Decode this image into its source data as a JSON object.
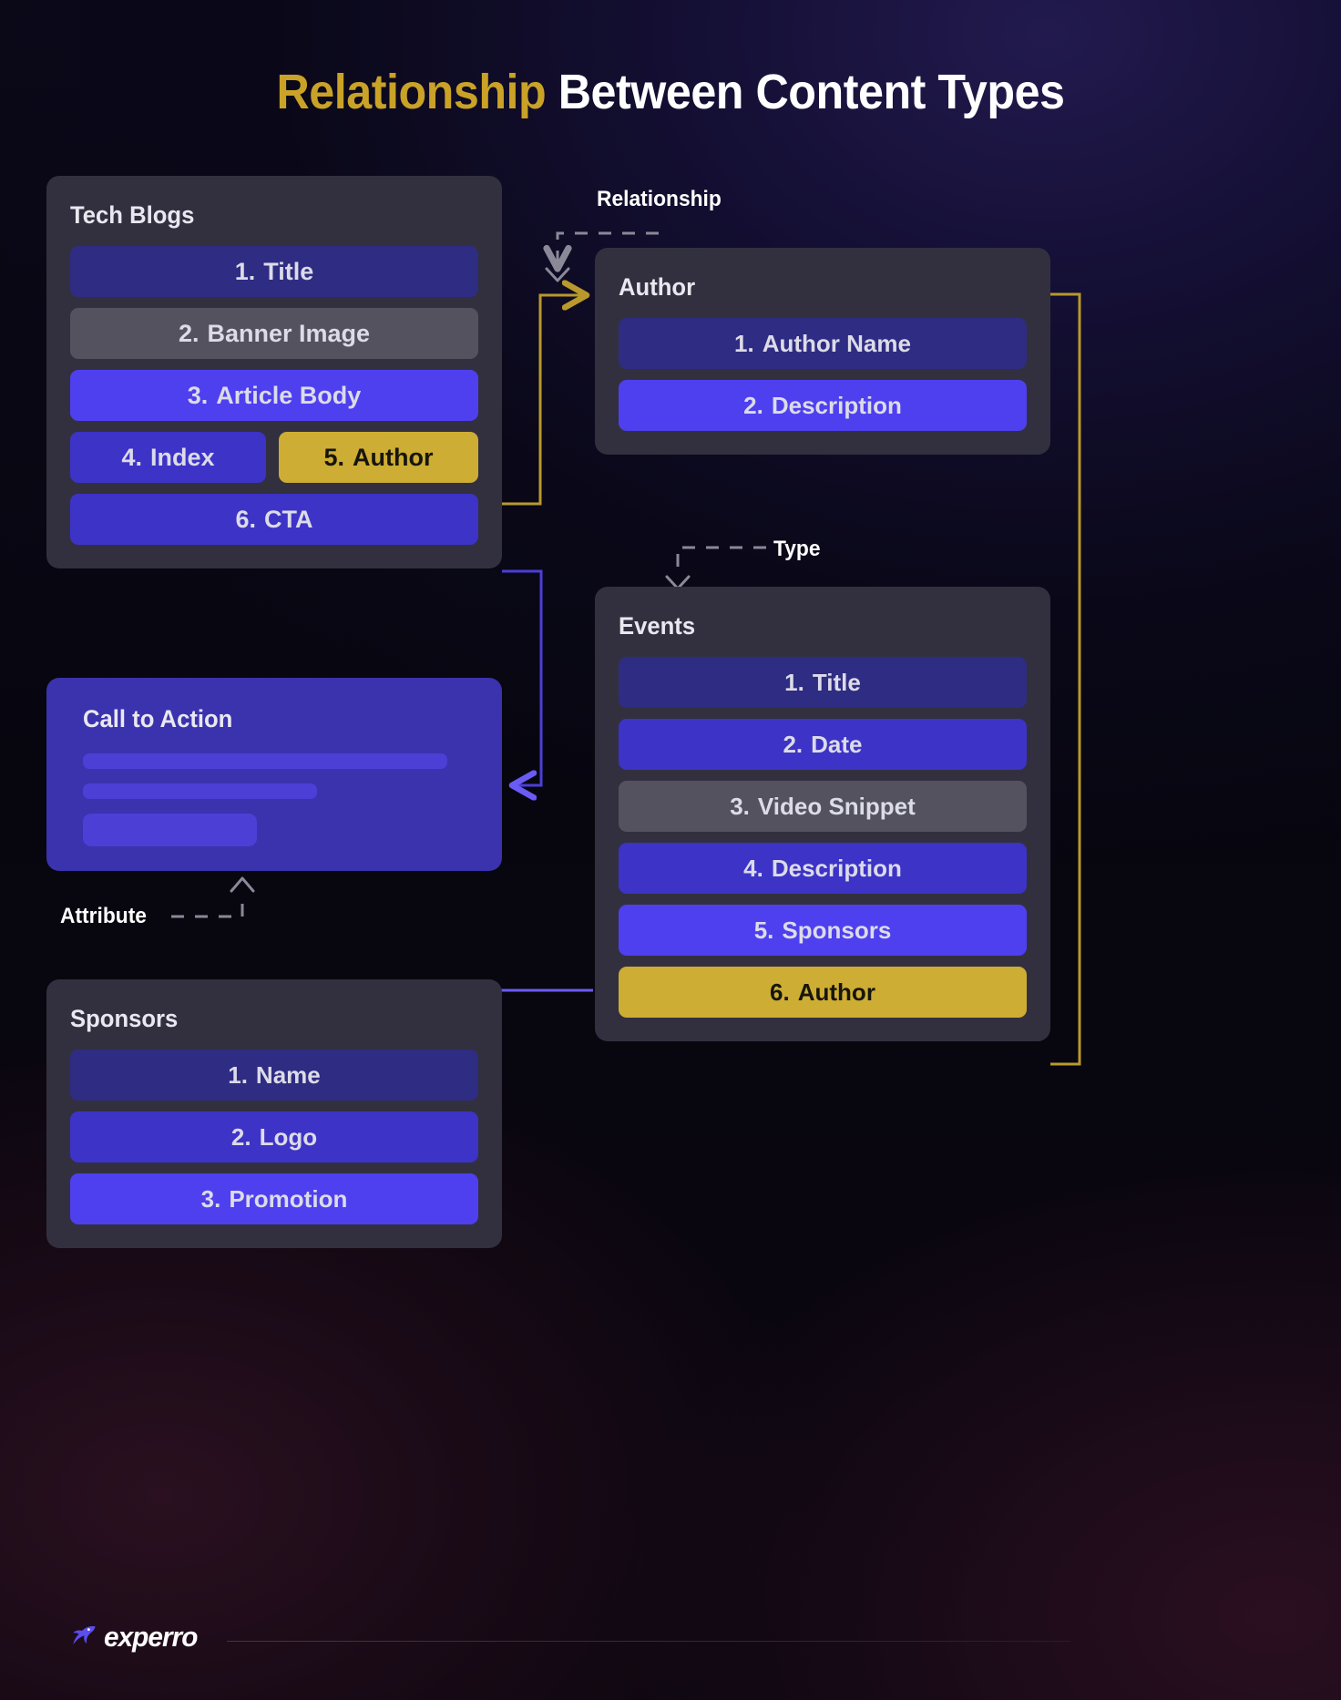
{
  "title": {
    "highlight": "Relationship",
    "rest": " Between Content Types"
  },
  "annotations": {
    "relationship": "Relationship",
    "type": "Type",
    "attribute": "Attribute"
  },
  "cards": {
    "tech_blogs": {
      "title": "Tech Blogs",
      "fields": [
        {
          "num": "1.",
          "label": "Title",
          "style": "t-deep"
        },
        {
          "num": "2.",
          "label": "Banner Image",
          "style": "t-grey"
        },
        {
          "num": "3.",
          "label": "Article Body",
          "style": "t-bright"
        },
        {
          "num": "4.",
          "label": "Index",
          "style": "t-mid"
        },
        {
          "num": "5.",
          "label": "Author",
          "style": "t-gold"
        },
        {
          "num": "6.",
          "label": "CTA",
          "style": "t-mid"
        }
      ]
    },
    "author": {
      "title": "Author",
      "fields": [
        {
          "num": "1.",
          "label": "Author Name",
          "style": "t-deep"
        },
        {
          "num": "2.",
          "label": "Description",
          "style": "t-bright"
        }
      ]
    },
    "events": {
      "title": "Events",
      "fields": [
        {
          "num": "1.",
          "label": "Title",
          "style": "t-deep"
        },
        {
          "num": "2.",
          "label": "Date",
          "style": "t-mid"
        },
        {
          "num": "3.",
          "label": "Video Snippet",
          "style": "t-grey"
        },
        {
          "num": "4.",
          "label": "Description",
          "style": "t-mid"
        },
        {
          "num": "5.",
          "label": "Sponsors",
          "style": "t-bright"
        },
        {
          "num": "6.",
          "label": "Author",
          "style": "t-gold"
        }
      ]
    },
    "sponsors": {
      "title": "Sponsors",
      "fields": [
        {
          "num": "1.",
          "label": "Name",
          "style": "t-deep"
        },
        {
          "num": "2.",
          "label": "Logo",
          "style": "t-mid"
        },
        {
          "num": "3.",
          "label": "Promotion",
          "style": "t-bright"
        }
      ]
    },
    "call_to_action": {
      "title": "Call to Action"
    }
  },
  "logo": {
    "wordmark": "experro"
  },
  "colors": {
    "gold": "#cdad33",
    "gold_line": "#b9992c",
    "blue_line": "#6b5bf5",
    "dashed": "#8b8898",
    "card_bg": "#32303f",
    "row_deep": "#2f2c83",
    "row_mid": "#3d33c7",
    "row_bright": "#4e40ef",
    "row_grey": "#55525f",
    "cta_bg": "#3b32ae",
    "background": "#07060d"
  }
}
